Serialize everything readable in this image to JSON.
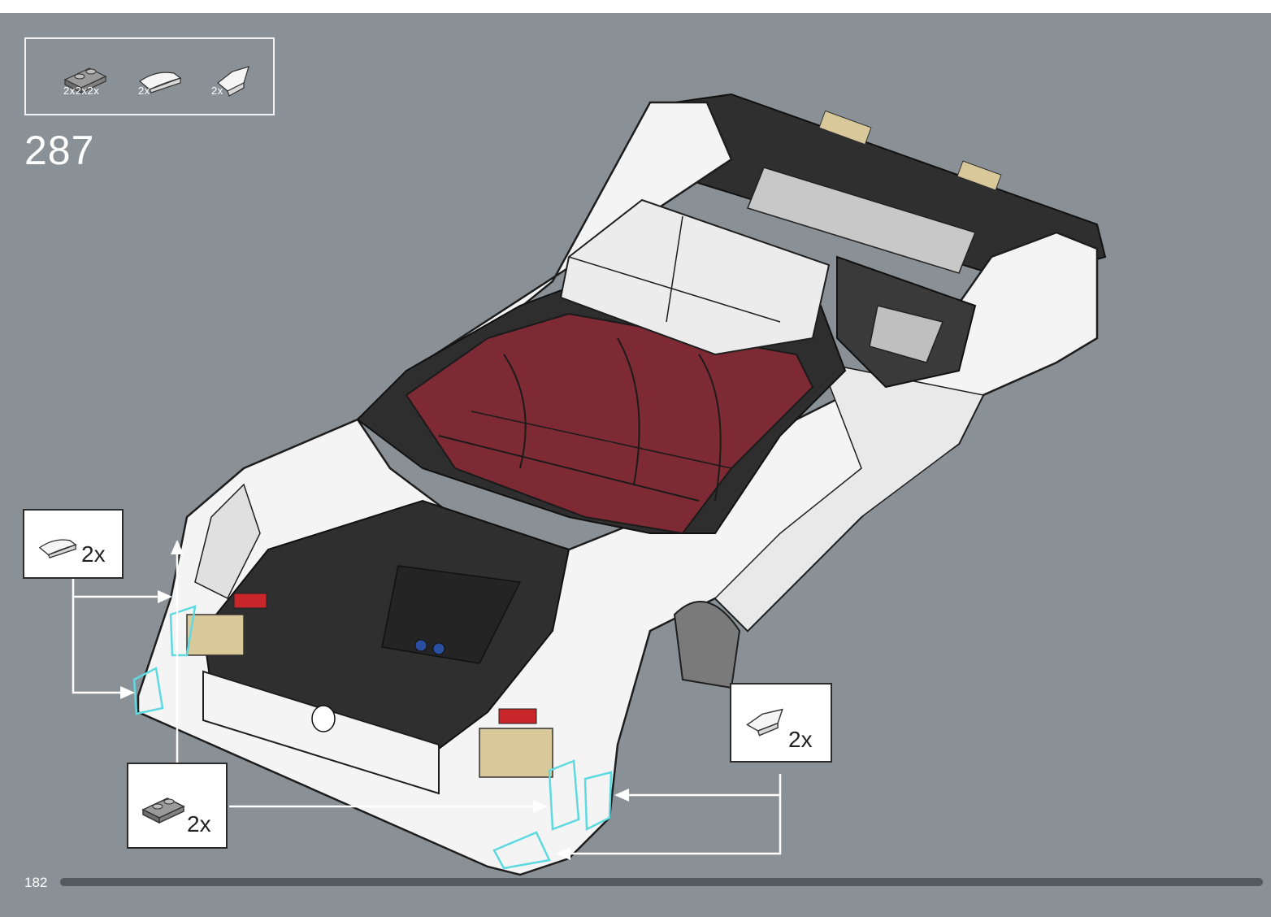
{
  "step": {
    "number": "287"
  },
  "parts_list": {
    "items": [
      {
        "icon": "dark-plate-1x2-icon",
        "qty": "2x2x2x"
      },
      {
        "icon": "white-curved-slope-icon",
        "qty": "2x"
      },
      {
        "icon": "white-tile-slope-icon",
        "qty": "2x"
      }
    ]
  },
  "callouts": {
    "top_left": {
      "icon": "white-curved-slope-icon",
      "qty": "2x"
    },
    "bottom_left": {
      "icon": "dark-plate-1x2-icon",
      "qty": "2x"
    },
    "bottom_right": {
      "icon": "white-tile-slope-icon",
      "qty": "2x"
    }
  },
  "footer": {
    "page_number": "182",
    "progress": 1.0
  },
  "colors": {
    "background": "#8a9196",
    "interior": "#7e2a35",
    "body": "#f4f4f4",
    "frame": "#2e2e2e",
    "highlight": "#5fd9e0"
  }
}
